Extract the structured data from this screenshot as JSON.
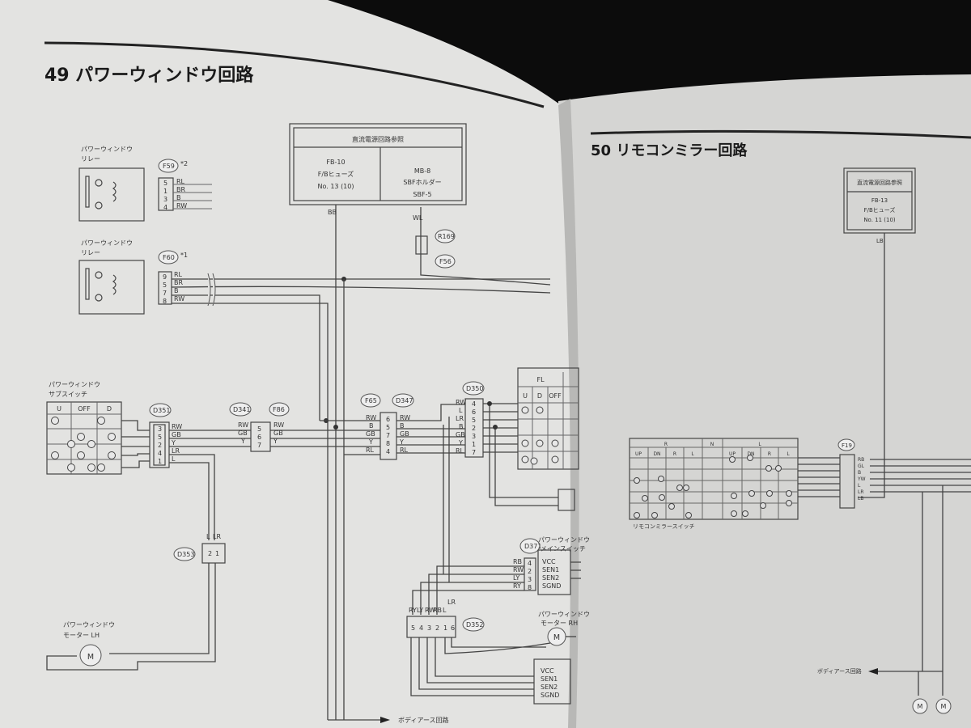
{
  "left_page": {
    "title": "49 パワーウィンドウ回路",
    "relay1": {
      "label1": "パワーウィンドウ",
      "label2": "リレー",
      "connector": "F59",
      "note": "*2",
      "pins": [
        "5",
        "1",
        "3",
        "4"
      ],
      "wires": [
        "RL",
        "BR",
        "B",
        "RW"
      ]
    },
    "relay2": {
      "label1": "パワーウィンドウ",
      "label2": "リレー",
      "connector": "F60",
      "note": "*1",
      "pins": [
        "9",
        "5",
        "7",
        "8"
      ],
      "wires": [
        "RL",
        "BR",
        "B",
        "RW"
      ]
    },
    "fuse_box": {
      "header": "直流電源回路参照",
      "left": [
        "FB-10",
        "F/Bヒューズ",
        "No. 13 (10)"
      ],
      "right": [
        "MB-8",
        "SBFホルダー",
        "SBF-5"
      ],
      "wire_left": "BB",
      "wire_right": "WL"
    },
    "connector_r169": "R169",
    "connector_f56": "F56",
    "sub_switch": {
      "label1": "パワーウィンドウ",
      "label2": "サブスイッチ",
      "columns": [
        "U",
        "OFF",
        "D"
      ]
    },
    "d351": {
      "id": "D351",
      "pins": [
        "3",
        "5",
        "2",
        "4",
        "1"
      ],
      "wires": [
        "RW",
        "GB",
        "Y",
        "LR",
        "L"
      ]
    },
    "d341": {
      "id": "D341",
      "pins": [
        "5",
        "6",
        "7"
      ],
      "wires": [
        "RW",
        "GB",
        "Y"
      ]
    },
    "f86": {
      "id": "F86",
      "wires": [
        "RW",
        "GB",
        "Y"
      ]
    },
    "f65": {
      "id": "F65",
      "wires": [
        "RW",
        "B",
        "GB",
        "Y",
        "RL"
      ]
    },
    "d347": {
      "id": "D347",
      "pins": [
        "6",
        "5",
        "7",
        "8",
        "4"
      ],
      "wires": [
        "RW",
        "B",
        "GB",
        "Y",
        "RL"
      ]
    },
    "d350": {
      "id": "D350",
      "pins": [
        "4",
        "6",
        "5",
        "2",
        "3",
        "1",
        "7"
      ],
      "wires": [
        "RW",
        "L",
        "LR",
        "B",
        "GB",
        "Y",
        "RL"
      ]
    },
    "main_switch_table": {
      "header": "FL",
      "columns": [
        "U",
        "D",
        "OFF"
      ]
    },
    "d353": {
      "id": "D353",
      "pins": [
        "2",
        "1"
      ],
      "wires": [
        "L",
        "LR"
      ]
    },
    "motor_lh": {
      "label1": "パワーウィンドウ",
      "label2": "モーター LH"
    },
    "d371": {
      "id": "D371",
      "label1": "パワーウィンドウ",
      "label2": "メインスイッチ",
      "pins": [
        "4",
        "2",
        "3",
        "8"
      ],
      "wires": [
        "RB",
        "RW",
        "LY",
        "RY"
      ],
      "terminals": [
        "VCC",
        "SEN1",
        "SEN2",
        "SGND"
      ]
    },
    "d352": {
      "id": "D352",
      "pins": [
        "5",
        "4",
        "3",
        "2",
        "1",
        "6"
      ],
      "wires": [
        "RY",
        "LY",
        "RW",
        "RB",
        "L",
        "LR"
      ]
    },
    "motor_rh": {
      "label1": "パワーウィンドウ",
      "label2": "モーター RH"
    },
    "sensor": {
      "terminals": [
        "VCC",
        "SEN1",
        "SEN2",
        "SGND"
      ]
    },
    "body_earth": "ボディアース回路"
  },
  "right_page": {
    "title": "50 リモコンミラー回路",
    "fuse_box": {
      "header": "直流電源回路参照",
      "lines": [
        "FB-13",
        "F/Bヒューズ",
        "No. 11 (10)"
      ],
      "wire": "LB"
    },
    "mirror_switch": {
      "label": "リモコンミラースイッチ",
      "groups": [
        "R",
        "N",
        "L"
      ],
      "columns": [
        "UP",
        "DN",
        "R",
        "L",
        "UP",
        "DN",
        "R",
        "L"
      ]
    },
    "f19": {
      "id": "F19",
      "wires": [
        "RB",
        "GL",
        "B",
        "YW",
        "L",
        "LR",
        "LB"
      ]
    },
    "body_earth": "ボディアース回路"
  },
  "colors": {
    "paper_left": "#e4e4e2",
    "paper_right": "#d6d6d4",
    "background": "#0c0c0c",
    "ink": "#333333"
  }
}
